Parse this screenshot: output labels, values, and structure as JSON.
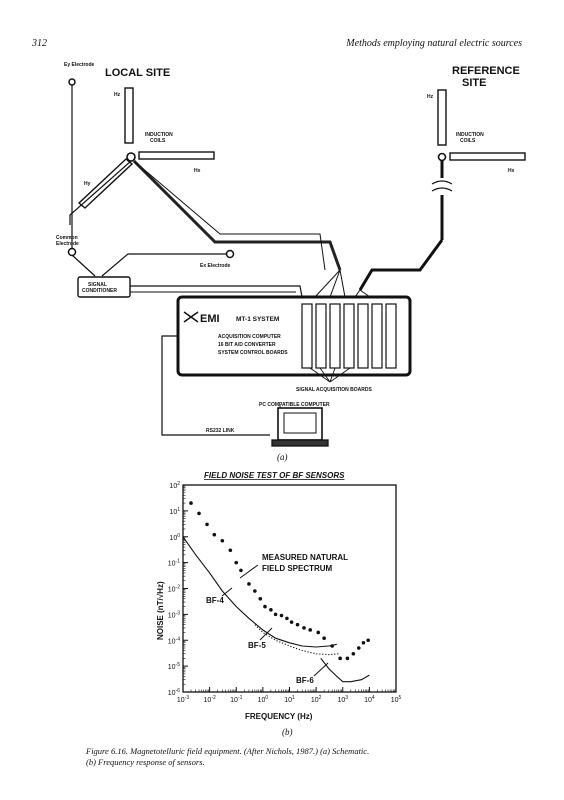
{
  "header": {
    "page_number": "312",
    "running_title": "Methods employing natural electric sources"
  },
  "schematic": {
    "local_site": "LOCAL SITE",
    "reference_site_line1": "REFERENCE",
    "reference_site_line2": "SITE",
    "ey_electrode": "Ey Electrode",
    "hz_local": "Hz",
    "hy_local": "Hy",
    "hx_local": "Hx",
    "induction_coils_local_1": "INDUCTION",
    "induction_coils_local_2": "COILS",
    "hz_ref": "Hz",
    "hx_ref": "Hx",
    "induction_coils_ref_1": "INDUCTION",
    "induction_coils_ref_2": "COILS",
    "common_electrode_1": "Common",
    "common_electrode_2": "Electrode",
    "ex_electrode": "Ex Electrode",
    "signal_conditioner_1": "SIGNAL",
    "signal_conditioner_2": "CONDITIONER",
    "emi_logo": "EMI",
    "system_name": "MT-1 SYSTEM",
    "acq_computer": "ACQUISITION COMPUTER",
    "ad_converter": "16 BIT A/D CONVERTER",
    "control_boards": "SYSTEM CONTROL BOARDS",
    "signal_boards": "SIGNAL ACQUISITION BOARDS",
    "pc_computer": "PC COMPATIBLE COMPUTER",
    "rs232_link": "RS232 LINK",
    "sublabel": "(a)"
  },
  "chart_data": {
    "type": "scatter",
    "title": "FIELD NOISE TEST OF BF SENSORS",
    "xlabel": "FREQUENCY (Hz)",
    "ylabel": "NOISE (nT/√Hz)",
    "x_scale": "log",
    "y_scale": "log",
    "xlim": [
      0.001,
      100000
    ],
    "ylim": [
      1e-06,
      100
    ],
    "x_ticks": [
      {
        "v": 0.001,
        "b": "10",
        "e": "-3"
      },
      {
        "v": 0.01,
        "b": "10",
        "e": "-2"
      },
      {
        "v": 0.1,
        "b": "10",
        "e": "-1"
      },
      {
        "v": 1,
        "b": "10",
        "e": "0"
      },
      {
        "v": 10,
        "b": "10",
        "e": "1"
      },
      {
        "v": 100,
        "b": "10",
        "e": "2"
      },
      {
        "v": 1000,
        "b": "10",
        "e": "3"
      },
      {
        "v": 10000,
        "b": "10",
        "e": "4"
      },
      {
        "v": 100000,
        "b": "10",
        "e": "5"
      }
    ],
    "y_ticks": [
      {
        "v": 100,
        "b": "10",
        "e": "2"
      },
      {
        "v": 10,
        "b": "10",
        "e": "1"
      },
      {
        "v": 1,
        "b": "10",
        "e": "0"
      },
      {
        "v": 0.1,
        "b": "10",
        "e": "-1"
      },
      {
        "v": 0.01,
        "b": "10",
        "e": "-2"
      },
      {
        "v": 0.001,
        "b": "10",
        "e": "-3"
      },
      {
        "v": 0.0001,
        "b": "10",
        "e": "-4"
      },
      {
        "v": 1e-05,
        "b": "10",
        "e": "-5"
      },
      {
        "v": 1e-06,
        "b": "10",
        "e": "-6"
      }
    ],
    "annotations": {
      "measured_1": "MEASURED NATURAL",
      "measured_2": "FIELD SPECTRUM",
      "bf4": "BF-4",
      "bf5": "BF-5",
      "bf6": "BF-6"
    },
    "series": [
      {
        "name": "MEASURED NATURAL FIELD SPECTRUM",
        "style": "points",
        "points": [
          [
            0.002,
            20
          ],
          [
            0.004,
            8
          ],
          [
            0.008,
            3
          ],
          [
            0.015,
            1.2
          ],
          [
            0.03,
            0.7
          ],
          [
            0.06,
            0.3
          ],
          [
            0.1,
            0.1
          ],
          [
            0.15,
            0.05
          ],
          [
            0.3,
            0.015
          ],
          [
            0.5,
            0.008
          ],
          [
            0.8,
            0.004
          ],
          [
            1.2,
            0.002
          ],
          [
            2,
            0.0015
          ],
          [
            3,
            0.001
          ],
          [
            5,
            0.0009
          ],
          [
            8,
            0.0007
          ],
          [
            12,
            0.0005
          ],
          [
            20,
            0.0004
          ],
          [
            35,
            0.0003
          ],
          [
            60,
            0.00025
          ],
          [
            120,
            0.0002
          ],
          [
            200,
            0.00012
          ],
          [
            400,
            6e-05
          ],
          [
            800,
            2e-05
          ],
          [
            1500,
            2e-05
          ],
          [
            2500,
            3e-05
          ],
          [
            4000,
            5e-05
          ],
          [
            6000,
            8e-05
          ],
          [
            9000,
            0.0001
          ]
        ]
      },
      {
        "name": "BF-4",
        "style": "solid",
        "points": [
          [
            0.001,
            1
          ],
          [
            0.003,
            0.2
          ],
          [
            0.01,
            0.04
          ],
          [
            0.03,
            0.008
          ],
          [
            0.1,
            0.002
          ],
          [
            0.3,
            0.0007
          ],
          [
            1,
            0.00025
          ],
          [
            3,
            0.00012
          ],
          [
            10,
            8e-05
          ],
          [
            30,
            6e-05
          ],
          [
            100,
            5.5e-05
          ],
          [
            300,
            6e-05
          ],
          [
            600,
            7e-05
          ]
        ]
      },
      {
        "name": "BF-5",
        "style": "dotted",
        "points": [
          [
            0.5,
            0.0004
          ],
          [
            1,
            0.0002
          ],
          [
            3,
            0.0001
          ],
          [
            10,
            6e-05
          ],
          [
            30,
            4e-05
          ],
          [
            100,
            3e-05
          ],
          [
            300,
            2.8e-05
          ],
          [
            700,
            3e-05
          ]
        ]
      },
      {
        "name": "BF-6",
        "style": "solid",
        "points": [
          [
            150,
            2e-05
          ],
          [
            300,
            8e-06
          ],
          [
            600,
            4e-06
          ],
          [
            1000,
            2.5e-06
          ],
          [
            2000,
            2.5e-06
          ],
          [
            5000,
            3e-06
          ],
          [
            10000,
            4.5e-06
          ]
        ]
      }
    ],
    "sublabel": "(b)"
  },
  "caption": {
    "line1": "Figure 6.16. Magnetotelluric field equipment. (After Nichols, 1987.) (a) Schematic.",
    "line2": "(b) Frequency response of sensors."
  }
}
